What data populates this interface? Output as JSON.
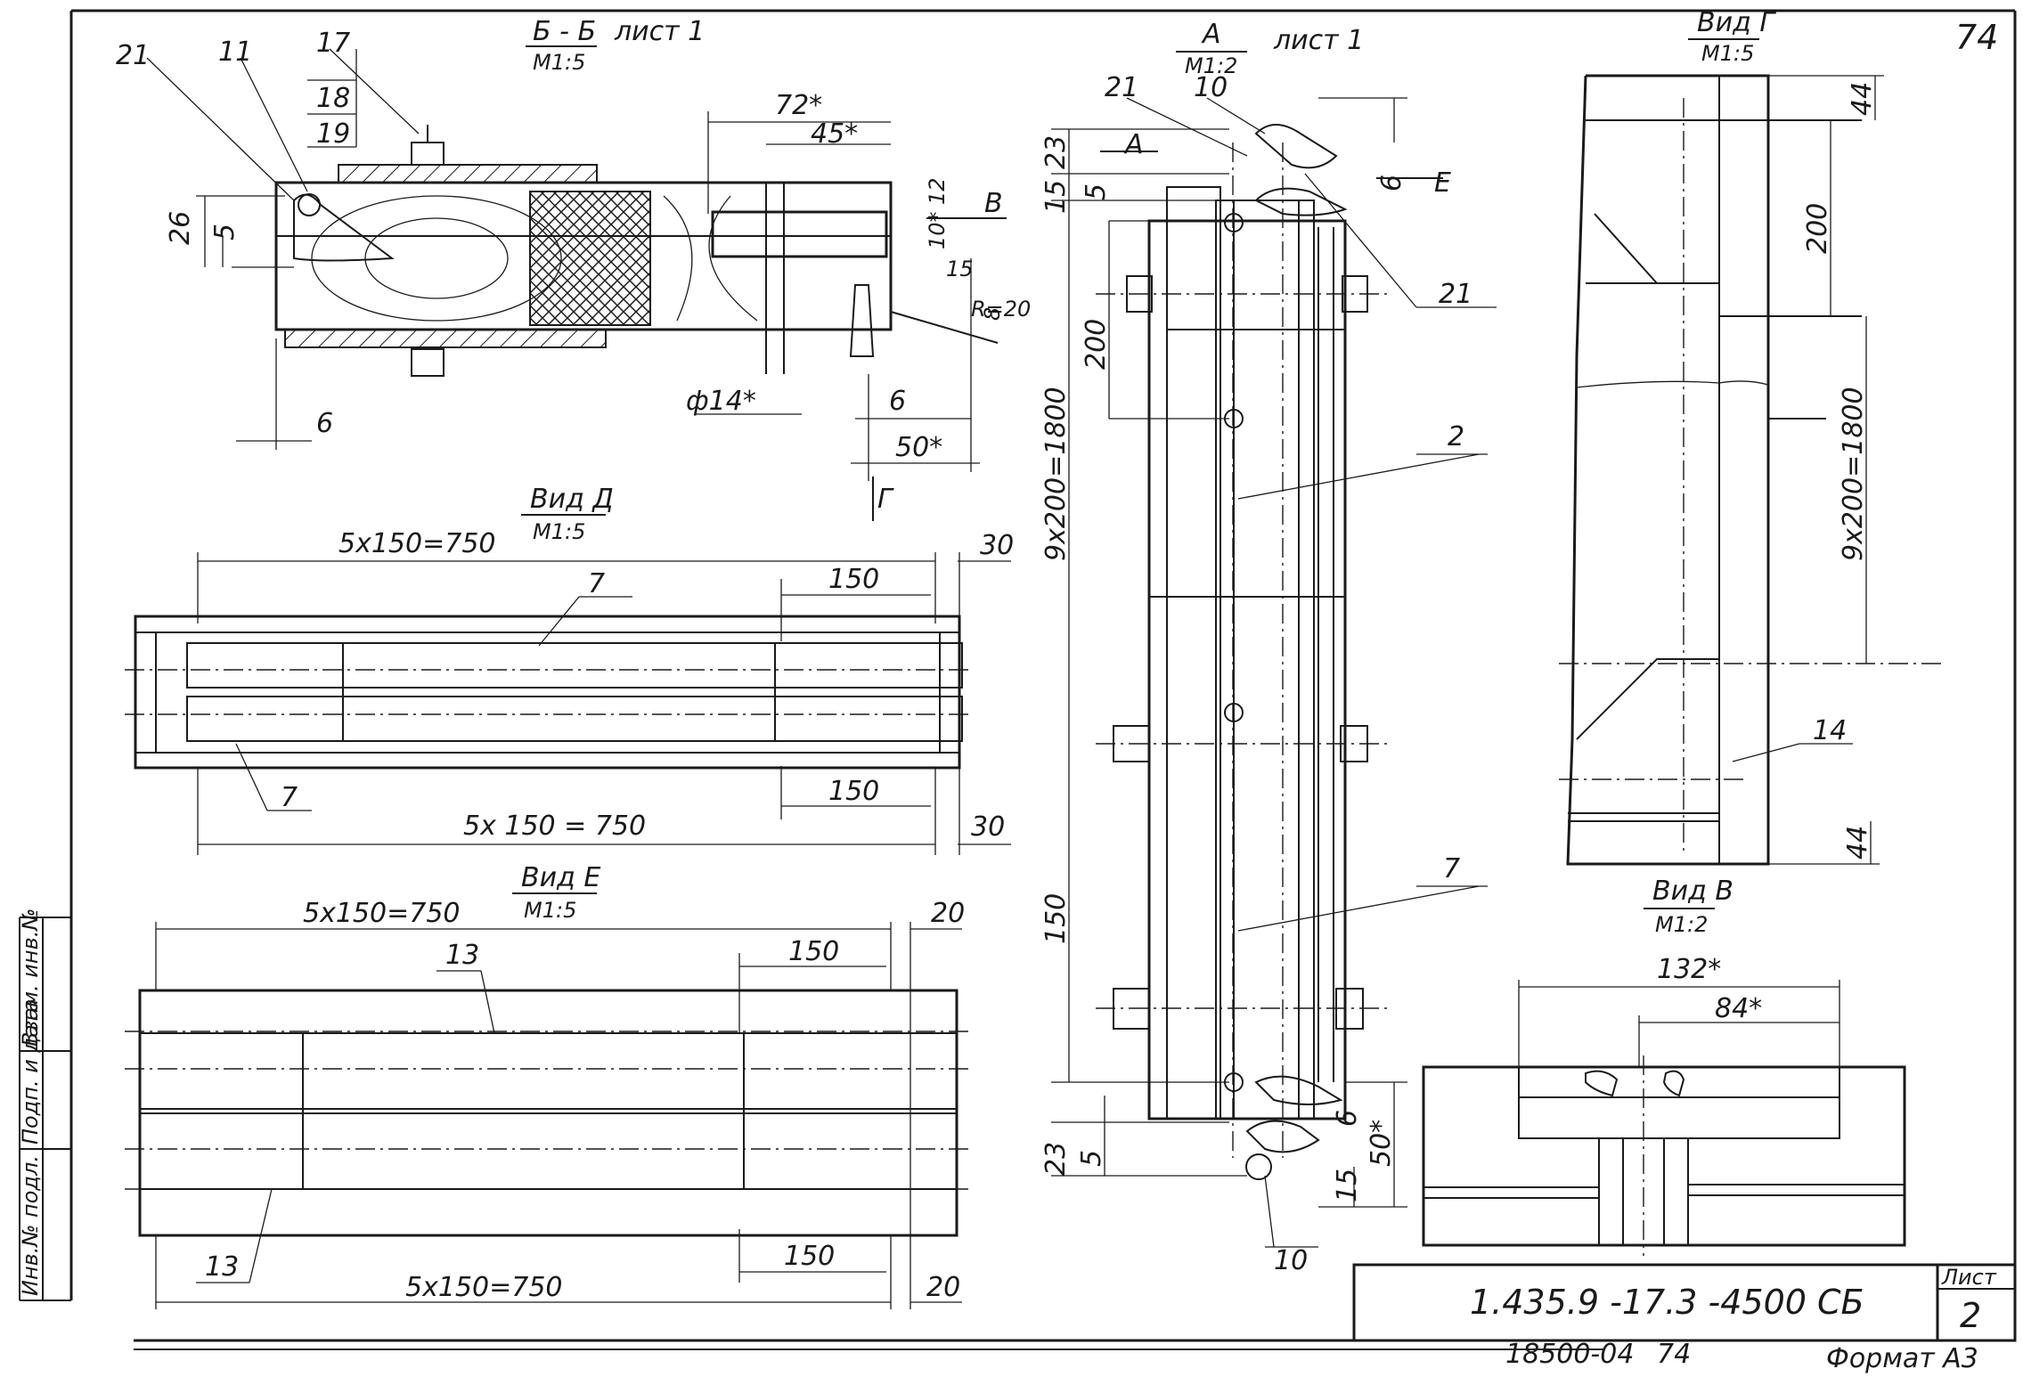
{
  "sheet": {
    "number": "74",
    "format": "Формат А3",
    "archive": "18500-04",
    "archive_page": "74"
  },
  "stamp": {
    "code": "1.435.9 -17.3 -4500 СБ",
    "sheet_label": "Лист",
    "sheet_no": "2"
  },
  "side_strip": [
    "Инв.№ подл.",
    "Подп. и дата",
    "Взам. инв.№"
  ],
  "section_top": {
    "title": "Б - Б",
    "scale": "М1:5",
    "note": "лист 1",
    "callouts": [
      "21",
      "11",
      "17",
      "18",
      "19"
    ],
    "dims": [
      "26",
      "5",
      "6",
      "72*",
      "45*",
      "10*",
      "12",
      "15",
      "R=20",
      "8",
      "ф14*",
      "6",
      "50*"
    ],
    "view_arrows": [
      "В",
      "Г"
    ]
  },
  "view_d": {
    "title": "Вид Д",
    "scale": "М1:5",
    "dim_top": "5х150=750",
    "dim_bottom": "5х 150 = 750",
    "dim_150_top": "150",
    "dim_150_bottom": "150",
    "dim_30_top": "30",
    "dim_30_bottom": "30",
    "callout_top": "7",
    "callout_bottom": "7"
  },
  "view_e": {
    "title": "Вид Е",
    "scale": "М1:5",
    "dim_top": "5х150=750",
    "dim_bottom": "5х150=750",
    "dim_150_top": "150",
    "dim_150_bottom": "150",
    "dim_20_top": "20",
    "dim_20_bottom": "20",
    "callout_top": "13",
    "callout_bottom": "13"
  },
  "section_a": {
    "title": "А",
    "scale": "М1:2",
    "note": "лист 1",
    "callouts": [
      "21",
      "10",
      "Е",
      "А",
      "21",
      "2",
      "7",
      "10"
    ],
    "dims_left": [
      "23",
      "15",
      "5",
      "200",
      "9х200=1800",
      "150",
      "23",
      "5"
    ],
    "dims_right": [
      "6",
      "50*",
      "15",
      "6"
    ]
  },
  "view_g": {
    "title": "Вид Г",
    "scale": "М1:5",
    "dims": [
      "44",
      "200",
      "9х200=1800",
      "44"
    ],
    "callout": "14"
  },
  "view_v": {
    "title": "Вид В",
    "scale": "М1:2",
    "dim_outer": "132*",
    "dim_inner": "84*"
  }
}
